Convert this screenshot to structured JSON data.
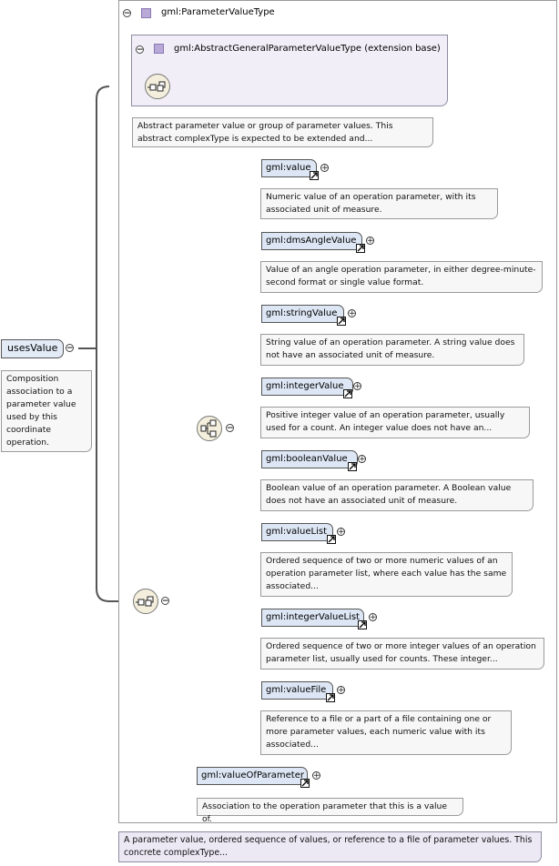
{
  "root_element": {
    "name": "usesValue",
    "annotation": "Composition association to a parameter value used by this coordinate operation."
  },
  "type": {
    "title": "gml:ParameterValueType",
    "annotation": "A parameter value, ordered sequence of values, or reference to a file of parameter values. This concrete complexType..."
  },
  "extension": {
    "title": "gml:AbstractGeneralParameterValueType (extension base)",
    "annotation": "Abstract parameter value or group of parameter values. This abstract complexType is expected to be extended and..."
  },
  "choice_elements": [
    {
      "name": "gml:value",
      "annotation": "Numeric value of an operation parameter, with its associated unit of measure."
    },
    {
      "name": "gml:dmsAngleValue",
      "annotation": "Value of an angle operation parameter, in either degree-minute-second format or single value format."
    },
    {
      "name": "gml:stringValue",
      "annotation": "String value of an operation parameter. A string value does not have an associated unit of measure."
    },
    {
      "name": "gml:integerValue",
      "annotation": "Positive integer value of an operation parameter, usually used for a count. An integer value does not have an..."
    },
    {
      "name": "gml:booleanValue",
      "annotation": "Boolean value of an operation parameter. A Boolean value does not have an associated unit of measure."
    },
    {
      "name": "gml:valueList",
      "annotation": "Ordered sequence of two or more numeric values of an operation parameter list, where each value has the same associated..."
    },
    {
      "name": "gml:integerValueList",
      "annotation": "Ordered sequence of two or more integer values of an operation parameter list, usually used for counts. These integer..."
    },
    {
      "name": "gml:valueFile",
      "annotation": "Reference to a file or a part of a file containing one or more parameter values, each numeric value with its associated..."
    }
  ],
  "value_of_parameter": {
    "name": "gml:valueOfParameter",
    "annotation": "Association to the operation parameter that this is a value of."
  },
  "symbols": {
    "collapse": "−",
    "expand": "+"
  },
  "icons": {
    "sequence": "sequence-compositor-icon",
    "choice": "choice-compositor-icon",
    "reference": "reference-arrow-icon",
    "type": "complex-type-icon"
  }
}
